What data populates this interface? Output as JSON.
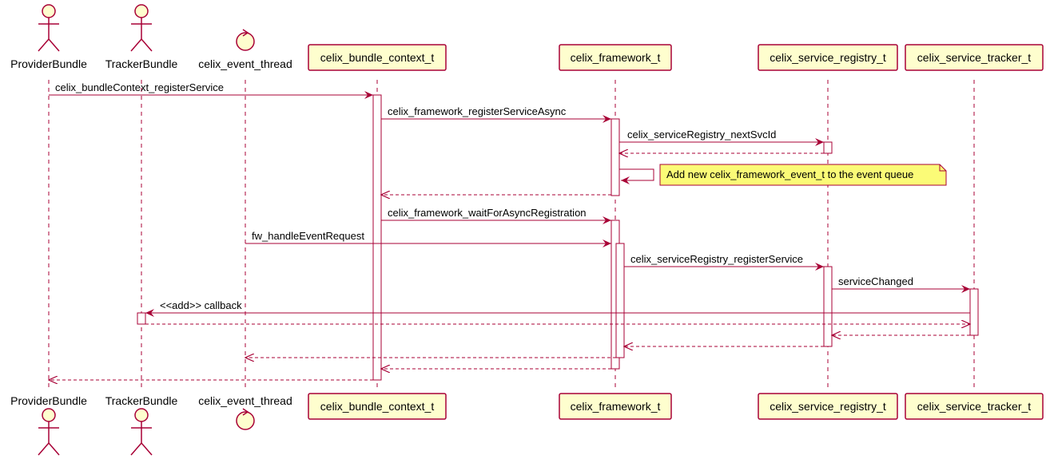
{
  "participants": [
    {
      "id": "provider",
      "name": "ProviderBundle",
      "kind": "actor"
    },
    {
      "id": "tracker",
      "name": "TrackerBundle",
      "kind": "actor"
    },
    {
      "id": "eventthread",
      "name": "celix_event_thread",
      "kind": "control"
    },
    {
      "id": "ctx",
      "name": "celix_bundle_context_t",
      "kind": "participant"
    },
    {
      "id": "fw",
      "name": "celix_framework_t",
      "kind": "participant"
    },
    {
      "id": "reg",
      "name": "celix_service_registry_t",
      "kind": "participant"
    },
    {
      "id": "trk",
      "name": "celix_service_tracker_t",
      "kind": "participant"
    }
  ],
  "messages": [
    {
      "from": "provider",
      "to": "ctx",
      "label": "celix_bundleContext_registerService",
      "type": "sync"
    },
    {
      "from": "ctx",
      "to": "fw",
      "label": "celix_framework_registerServiceAsync",
      "type": "sync"
    },
    {
      "from": "fw",
      "to": "reg",
      "label": "celix_serviceRegistry_nextSvcId",
      "type": "sync"
    },
    {
      "from": "reg",
      "to": "fw",
      "label": "",
      "type": "return"
    },
    {
      "from": "fw",
      "to": "fw",
      "label": "",
      "type": "self"
    },
    {
      "from": "fw",
      "to": "ctx",
      "label": "",
      "type": "return"
    },
    {
      "from": "ctx",
      "to": "fw",
      "label": "celix_framework_waitForAsyncRegistration",
      "type": "sync"
    },
    {
      "from": "eventthread",
      "to": "fw",
      "label": "fw_handleEventRequest",
      "type": "sync"
    },
    {
      "from": "fw",
      "to": "reg",
      "label": "celix_serviceRegistry_registerService",
      "type": "sync"
    },
    {
      "from": "reg",
      "to": "trk",
      "label": "serviceChanged",
      "type": "sync"
    },
    {
      "from": "trk",
      "to": "tracker",
      "label": "<<add>> callback",
      "type": "sync"
    },
    {
      "from": "tracker",
      "to": "trk",
      "label": "",
      "type": "return"
    },
    {
      "from": "trk",
      "to": "reg",
      "label": "",
      "type": "return"
    },
    {
      "from": "reg",
      "to": "fw",
      "label": "",
      "type": "return"
    },
    {
      "from": "fw",
      "to": "eventthread",
      "label": "",
      "type": "return"
    },
    {
      "from": "fw",
      "to": "ctx",
      "label": "",
      "type": "return"
    },
    {
      "from": "ctx",
      "to": "provider",
      "label": "",
      "type": "return"
    }
  ],
  "note": {
    "text": "Add new celix_framework_event_t to the event queue"
  },
  "colors": {
    "arrow": "#a80036",
    "box_fill": "#fefece",
    "note_fill": "#fbfb77",
    "lifeline": "#a80036"
  }
}
